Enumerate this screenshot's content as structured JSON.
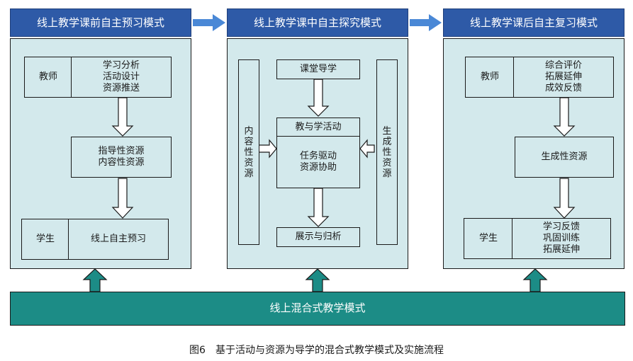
{
  "headers": {
    "pre": "线上教学课前自主预习模式",
    "mid": "线上教学课中自主探究模式",
    "post": "线上教学课后自主复习模式"
  },
  "pre": {
    "teacher": "教师",
    "teacher_tasks": [
      "学习分析",
      "活动设计",
      "资源推送"
    ],
    "resources": [
      "指导性资源",
      "内容性资源"
    ],
    "student": "学生",
    "student_task": "线上自主预习"
  },
  "mid": {
    "content_resources": "内容性资源",
    "generative_resources": "生成性资源",
    "guide": "课堂导学",
    "activity": "教与学活动",
    "drive": [
      "任务驱动",
      "资源协助"
    ],
    "show": "展示与归析"
  },
  "post": {
    "teacher": "教师",
    "teacher_tasks": [
      "综合评价",
      "拓展延伸",
      "成效反馈"
    ],
    "resource": "生成性资源",
    "student": "学生",
    "student_tasks": [
      "学习反馈",
      "巩固训练",
      "拓展延伸"
    ]
  },
  "bottom": "线上混合式教学模式",
  "caption": "图6　基于活动与资源为导学的混合式教学模式及实施流程",
  "colors": {
    "header_blue": "#2e5aa7",
    "panel_fill": "#d3e9ec",
    "bottom_teal": "#1c8c86"
  }
}
